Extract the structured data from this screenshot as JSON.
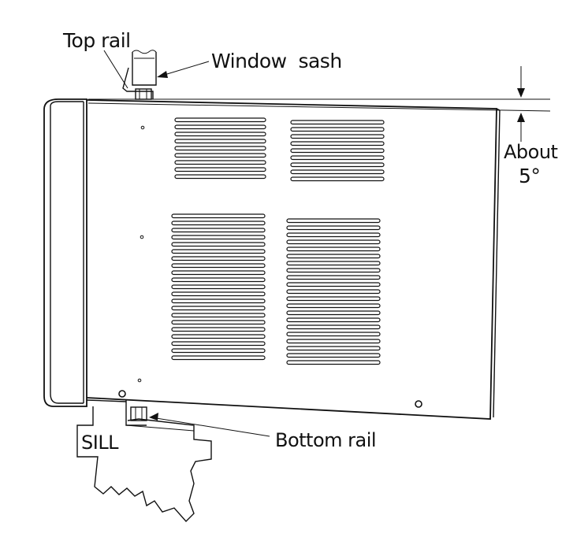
{
  "labels": {
    "top_rail": "Top rail",
    "window_sash": "Window  sash",
    "about": "About",
    "angle": "5°",
    "bottom_rail": "Bottom rail",
    "sill": "SILL"
  },
  "colors": {
    "ink": "#111111",
    "background": "#ffffff"
  }
}
